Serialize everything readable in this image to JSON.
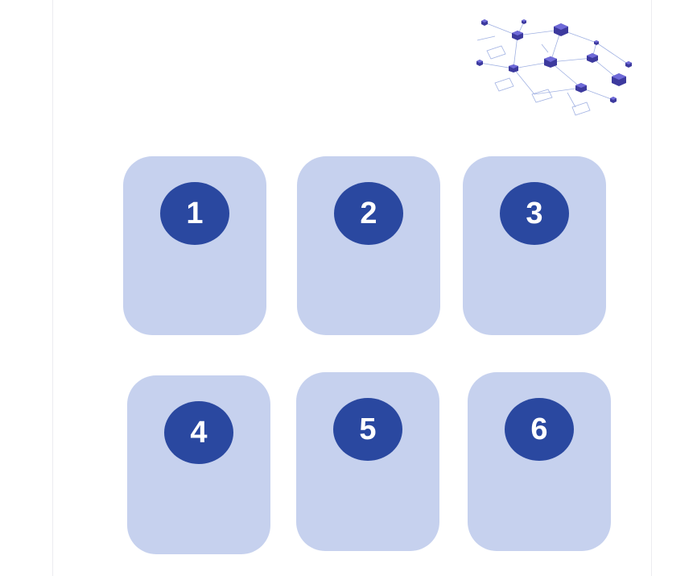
{
  "colors": {
    "card_background": "#c6d1ee",
    "badge_background": "#2a48a0",
    "badge_text": "#ffffff",
    "graphic_cube": "#3d3a9e",
    "graphic_lines": "#8fa3dd"
  },
  "decoration": {
    "icon": "isometric-network-graphic-icon"
  },
  "cards": [
    {
      "number": "1"
    },
    {
      "number": "2"
    },
    {
      "number": "3"
    },
    {
      "number": "4"
    },
    {
      "number": "5"
    },
    {
      "number": "6"
    }
  ]
}
